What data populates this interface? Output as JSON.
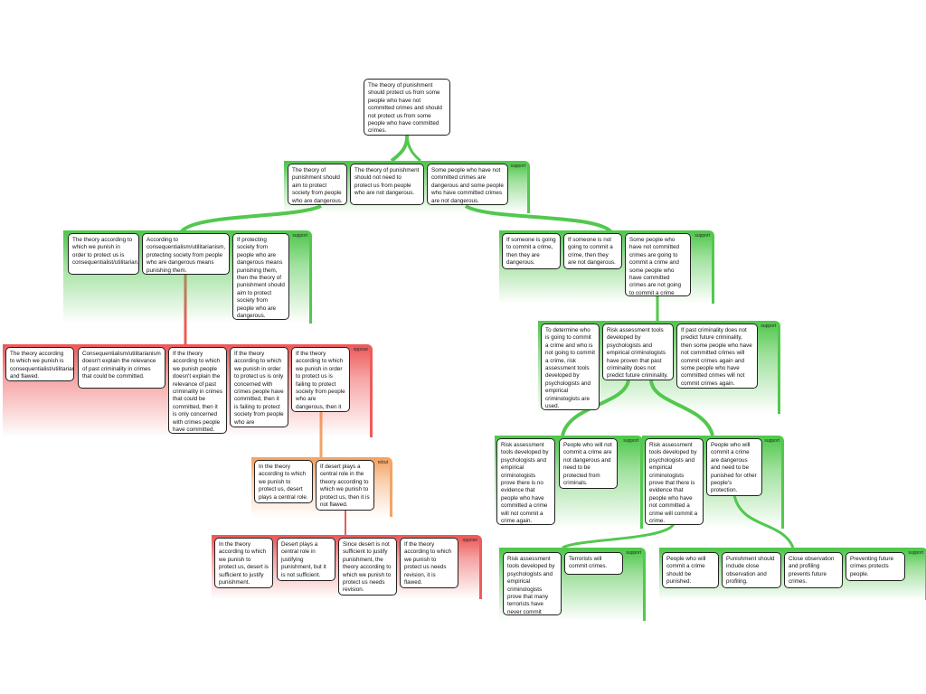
{
  "group_labels": {
    "support": "support",
    "oppose": "oppose",
    "rebut": "rebut"
  },
  "nodes": {
    "root": "The theory of punishment should protect us from some people who have not committed crimes and should not protect us from some people who have committed crimes.",
    "s1a": "The theory of punishment should aim to protect society from people who are dangerous.",
    "s1b": "The theory of punishment should not need to protect us from people who are not dangerous.",
    "s1c": "Some people who have not committed crimes are dangerous and some people who have committed crimes are not dangerous.",
    "s2a": "The theory according to which we punish in order to protect us is consequentialist/utilitarian.",
    "s2b": "According to consequentialism/utilitarianism, protecting society from people who are dangerous means punishing them.",
    "s2c": "If protecting society from people who are dangerous means punishing them, then the theory of punishment should aim to protect society from people who are dangerous.",
    "o1a": "The theory according to which we punish is consequentialist/utilitarian and flawed.",
    "o1b": "Consequentialism/utilitarianism doesn't explain the relevance of past criminality in crimes that could be committed.",
    "o1c": "If the theory according to which we punish people doesn't explain the relevance of past criminality in crimes that could be committed, then it is only concerned with crimes people have committed.",
    "o1d": "If the theory according to which we punish in order to protect us is only concerned with crimes people have committed, then it is failing to protect society from people who are dangerous.",
    "o1e": "If the theory according to which we punish in order to protect us is failing to protect society from people who are dangerous, then it is flawed.",
    "r1a": "In the theory according to which we punish to protect us, desert plays a central role.",
    "r1b": "If desert plays a central role in the theory according to which we punish to protect us, then it is not flawed.",
    "o2a": "In the theory according to which we punish to protect us, desert is sufficient to justify punishment.",
    "o2b": "Desert plays a central role in justifying punishment, but it is not sufficient.",
    "o2c": "Since desert is not sufficient to justify punishment, the theory according to which we punish to protect us needs revision.",
    "o2d": "If the theory according to which we punish to protect us needs revision, it is flawed.",
    "s3a": "If someone is going to commit a crime, then they are dangerous.",
    "s3b": "If someone is not going to commit a crime, then they are not dangerous.",
    "s3c": "Some people who have not committed crimes are going to commit a crime and some people who have committed crimes are not going to commit a crime again.",
    "s4a": "To determine who is going to commit a crime and who is not going to commit a crime, risk assessment tools developed by psychologists and empirical criminologists are used.",
    "s4b": "Risk assessment tools developed by psychologists and empirical criminologists have proven that past criminality does not predict future criminality.",
    "s4c": "If past criminality does not predict future criminality, then some people who have not committed crimes will commit crimes again and some people who have committed crimes will not commit crimes again.",
    "s5a": "Risk assessment tools developed by psychologists and empirical criminologists prove there is no evidence that people who have committed a crime will not commit a crime again.",
    "s5b": "People who will not commit a crime are not dangerous and need to be protected from criminals.",
    "s6a": "Risk assessment tools developed by psychologists and empirical criminologists prove that there is evidence that people who have not committed a crime will commit a crime.",
    "s6b": "People who will commit a crime are dangerous and need to be punished for other people's protection.",
    "s7a": "Risk assessment tools developed by psychologists and empirical criminologists prove that many terrorists have never commit crimes.",
    "s7b": "Terrorists will commit crimes.",
    "s8a": "People who will commit a crime should be punished.",
    "s8b": "Punishment should include close observation and profiling.",
    "s8c": "Close observation and profiling prevents future crimes.",
    "s8d": "Preventing future crimes protects people."
  }
}
